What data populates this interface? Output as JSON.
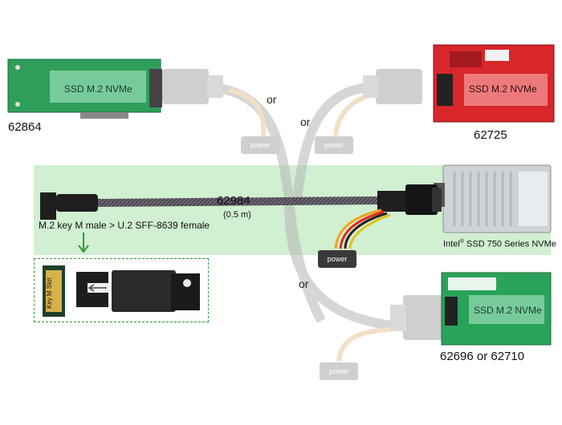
{
  "labels": {
    "p62864": "62864",
    "p62725": "62725",
    "p62984": "62984",
    "length": "(0.5 m)",
    "adapter_desc": "M.2 key M male > U.2 SFF-8639 female",
    "intel_prefix": "Intel",
    "intel_reg": "®",
    "intel_rest": " SSD 750 Series NVMe",
    "p62696": "62696 or 62710",
    "ssd_label": "SSD M.2 NVMe",
    "or": "or",
    "power": "power",
    "key_slot": "Key M Slot"
  },
  "colors": {
    "band": "#c9ecc9",
    "green_pcb": "#2f9e5a",
    "red_pcb": "#d8262b",
    "arrow": "#2e9a3a"
  }
}
